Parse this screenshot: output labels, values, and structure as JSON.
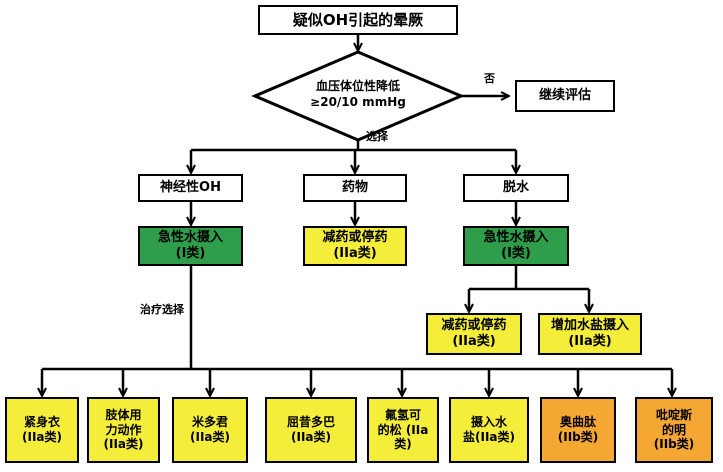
{
  "top": "疑似OH引起的晕厥",
  "decision": {
    "line1": "血压体位性降低",
    "line2": "≥20/10 mmHg"
  },
  "no_label": "否",
  "continue_eval": "继续评估",
  "select_label": "选择",
  "branches": {
    "neuro": "神经性OH",
    "drug": "药物",
    "dehydration": "脱水"
  },
  "acute_neuro": {
    "line1": "急性水摄入",
    "line2": "(I类)"
  },
  "drug_reduce": {
    "line1": "减药或停药",
    "line2": "(IIa类)"
  },
  "acute_dehyd": {
    "line1": "急性水摄入",
    "line2": "(I类)"
  },
  "dehyd_reduce": {
    "line1": "减药或停药",
    "line2": "(IIa类)"
  },
  "dehyd_salt": {
    "line1": "增加水盐摄入",
    "line2": "(IIa类)"
  },
  "treatment_label": "治疗选择",
  "treatments": [
    {
      "line1": "紧身衣",
      "line2": "(IIa类)"
    },
    {
      "line1": "肢体用",
      "line2": "力动作",
      "line3": "(IIa类)"
    },
    {
      "line1": "米多君",
      "line2": "(IIa类)"
    },
    {
      "line1": "屈昔多巴",
      "line2": "(IIa类)"
    },
    {
      "line1": "氟氢可",
      "line2": "的松 (IIa",
      "line3": "类)"
    },
    {
      "line1": "摄入水",
      "line2": "盐(IIa类)"
    },
    {
      "line1": "奥曲肽",
      "line2": "(IIb类)"
    },
    {
      "line1": "吡啶斯",
      "line2": "的明",
      "line3": "(IIb类)"
    }
  ],
  "colors": {
    "class_I": "#2e9e4a",
    "class_IIa": "#f4ed3a",
    "class_IIb": "#f5a733",
    "line": "#000000"
  }
}
